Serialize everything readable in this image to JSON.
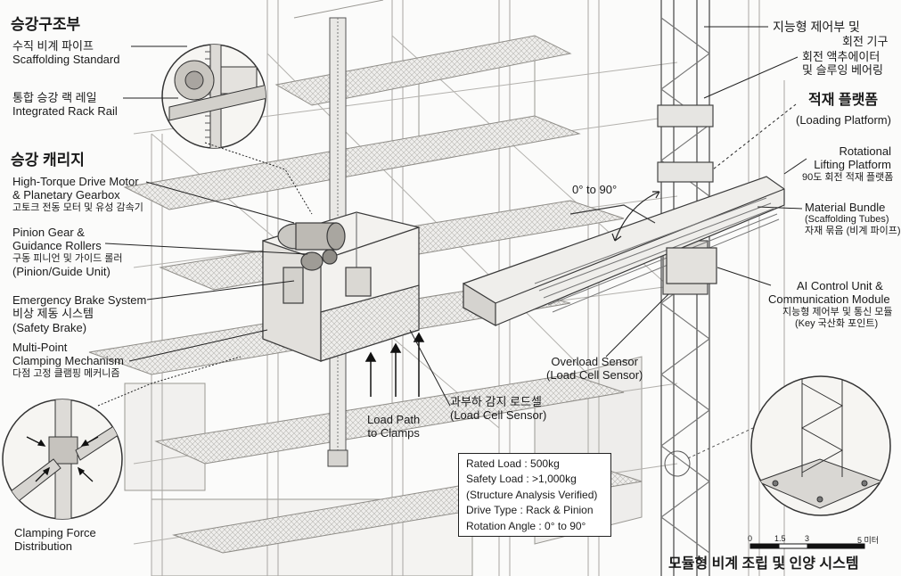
{
  "left": {
    "section_lifting_structure": "승강구조부",
    "standard_kr": "수직 비계 파이프",
    "standard_en": "Scaffolding Standard",
    "rack_kr": "통합 승강 랙 레일",
    "rack_en": "Integrated Rack Rail",
    "section_carriage": "승강 캐리지",
    "motor_en1": "High-Torque Drive Motor",
    "motor_en2": "& Planetary Gearbox",
    "motor_kr": "고토크 전동 모터 및 유성 감속기",
    "pinion_en1": "Pinion Gear &",
    "pinion_en2": "Guidance Rollers",
    "pinion_kr": "구동 피니언 및 가이드 롤러",
    "pinion_en3": "(Pinion/Guide Unit)",
    "brake_en": "Emergency Brake System",
    "brake_kr": "비상 제동 시스템",
    "brake_en2": "(Safety Brake)",
    "clamp_en1": "Multi-Point",
    "clamp_en2": "Clamping Mechanism",
    "clamp_kr": "다점 고정 클램핑 메커니즘",
    "clamp_force1": "Clamping Force",
    "clamp_force2": "Distribution"
  },
  "center": {
    "load_path1": "Load Path",
    "load_path2": "to Clamps",
    "loadcell_kr": "과부하 감지 로드셀",
    "loadcell_en": "(Load Cell Sensor)",
    "angle": "0° to 90°",
    "overload_en1": "Overload Sensor",
    "overload_en2": "(Load Cell Sensor)"
  },
  "right": {
    "control_kr1": "지능형 제어부 및",
    "control_kr2": "회전 기구",
    "actuator_kr1": "회전 액추에이터",
    "actuator_kr2": "및 슬루잉 베어링",
    "platform_kr": "적재 플랫폼",
    "platform_en": "(Loading Platform)",
    "rot_en1": "Rotational",
    "rot_en2": "Lifting Platform",
    "rot_kr": "90도 회전 적재 플랫폼",
    "bundle_en1": "Material Bundle",
    "bundle_en2": "(Scaffolding Tubes)",
    "bundle_kr": "자재 묶음 (비계 파이프)",
    "ai_en1": "AI Control Unit &",
    "ai_en2": "Communication Module",
    "ai_kr": "지능형 제어부 및 통신 모듈",
    "ai_kr2": "(Key 국산화 포인트)",
    "title": "모듈형 비계 조립 및 인양 시스템"
  },
  "spec": {
    "rated": "Rated Load : 500kg",
    "safety": "Safety Load : >1,000kg",
    "verified": "(Structure Analysis Verified)",
    "drive": "Drive Type : Rack & Pinion",
    "rotation": "Rotation Angle : 0° to 90°"
  },
  "scale": {
    "t0": "0",
    "t1": "1.5",
    "t2": "3",
    "t3": "5 미터"
  },
  "colors": {
    "ink": "#1a1a1a",
    "line": "#6d6d6d",
    "paper": "#fbfbfa",
    "metal": "#d8d6d2"
  }
}
